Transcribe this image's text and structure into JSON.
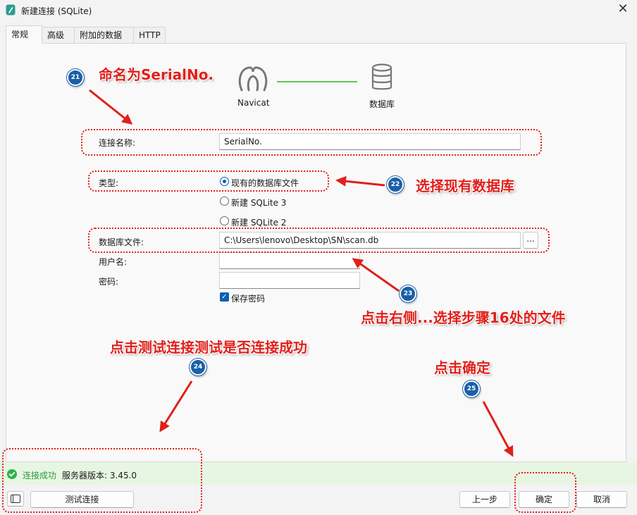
{
  "window": {
    "title": "新建连接 (SQLite)",
    "close_glyph": "✕"
  },
  "tabs": [
    {
      "label": "常规",
      "active": true
    },
    {
      "label": "高级",
      "active": false
    },
    {
      "label": "附加的数据库",
      "active": false
    },
    {
      "label": "HTTP",
      "active": false
    }
  ],
  "diagram": {
    "client_label": "Navicat",
    "server_label": "数据库"
  },
  "form": {
    "connection_name": {
      "label": "连接名称:",
      "value": "SerialNo."
    },
    "type": {
      "label": "类型:",
      "options": [
        {
          "label": "现有的数据库文件",
          "selected": true
        },
        {
          "label": "新建 SQLite 3",
          "selected": false
        },
        {
          "label": "新建 SQLite 2",
          "selected": false
        }
      ]
    },
    "db_file": {
      "label": "数据库文件:",
      "value": "C:\\Users\\lenovo\\Desktop\\SN\\scan.db",
      "browse_label": "..."
    },
    "username": {
      "label": "用户名:",
      "value": ""
    },
    "password": {
      "label": "密码:",
      "value": ""
    },
    "save_password": {
      "label": "保存密码",
      "checked": true
    }
  },
  "status": {
    "text": "连接成功",
    "server_version": "服务器版本: 3.45.0"
  },
  "buttons": {
    "test": "测试连接",
    "back": "上一步",
    "ok": "确定",
    "cancel": "取消"
  },
  "annotations": {
    "a21": {
      "num": "21",
      "text": "命名为SerialNo."
    },
    "a22": {
      "num": "22",
      "text": "选择现有数据库"
    },
    "a23": {
      "num": "23",
      "text": "点击右侧...选择步骤16处的文件"
    },
    "a24": {
      "num": "24",
      "text": "点击测试连接测试是否连接成功"
    },
    "a25": {
      "num": "25",
      "text": "点击确定"
    }
  },
  "colors": {
    "accent": "#0a5fb4",
    "annotation_red": "#e0201b",
    "success_green": "#2db14a",
    "badge_blue": "#1a5fa8"
  }
}
